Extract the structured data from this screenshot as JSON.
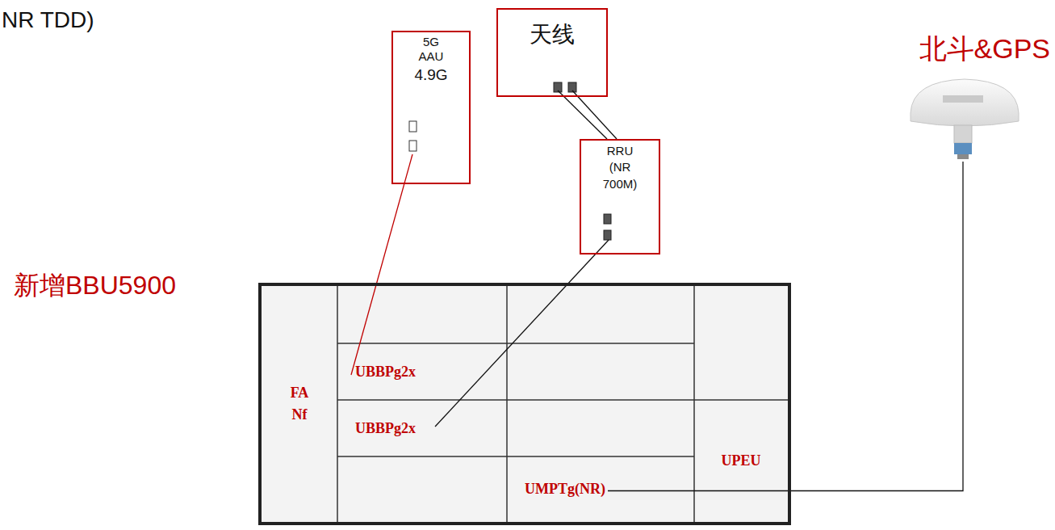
{
  "diagram": {
    "nodes": [
      {
        "text": [
          "5G AAU",
          "4.9G"
        ]
      },
      {
        "text": [
          "天线"
        ]
      },
      {
        "text": [
          "RRU (NR 700M)"
        ]
      },
      {
        "text": [
          "北斗&GPS"
        ]
      },
      {
        "text": [
          "新增BBU5900"
        ]
      },
      {
        "text": [
          "FA Nf"
        ],
        "in": 4
      },
      {
        "text": [
          "UBBPg2x"
        ],
        "in": 4
      },
      {
        "text": [
          "UBBPg2x"
        ],
        "in": 4
      },
      {
        "text": [
          "UPEU"
        ],
        "in": 4
      },
      {
        "text": [
          "UMPTg(NR)"
        ],
        "in": 4
      }
    ],
    "edges": [
      {
        "from": 0,
        "to": 6,
        "arrow": "none"
      },
      {
        "from": 2,
        "to": 7,
        "arrow": "none"
      },
      {
        "from": 1,
        "to": 2,
        "arrow": "none"
      },
      {
        "from": 9,
        "to": 3,
        "arrow": "none"
      }
    ],
    "labels": [
      "NR TDD)"
    ]
  }
}
